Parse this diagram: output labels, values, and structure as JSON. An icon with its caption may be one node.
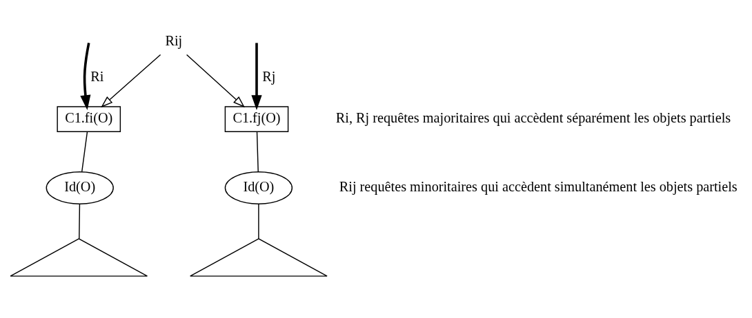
{
  "diagram": {
    "nodes": [
      {
        "text": [
          "Rij"
        ]
      },
      {
        "text": [
          "C1.fi(O)"
        ]
      },
      {
        "text": [
          "C1.fj(O)"
        ]
      },
      {
        "text": [
          "Id(O)"
        ]
      },
      {
        "text": [
          "Id(O)"
        ]
      },
      {
        "text": [],
        "shape": "triangle"
      },
      {
        "text": [],
        "shape": "triangle"
      }
    ],
    "edges": [
      {
        "from": 0,
        "to": 1,
        "arrow": "to"
      },
      {
        "from": 0,
        "to": 2,
        "arrow": "to"
      },
      {
        "from": null,
        "to": 1,
        "arrow": "to",
        "label": "Ri",
        "style": "thick"
      },
      {
        "from": null,
        "to": 2,
        "arrow": "to",
        "label": "Rj",
        "style": "thick"
      },
      {
        "from": 1,
        "to": 3,
        "arrow": "none"
      },
      {
        "from": 3,
        "to": 5,
        "arrow": "none"
      },
      {
        "from": 2,
        "to": 4,
        "arrow": "none"
      },
      {
        "from": 4,
        "to": 6,
        "arrow": "none"
      }
    ],
    "labels": [
      "Ri, Rj requêtes majoritaires qui accèdent séparément les objets partiels",
      "Rij requêtes minoritaires qui accèdent simultanément les objets partiels"
    ]
  }
}
